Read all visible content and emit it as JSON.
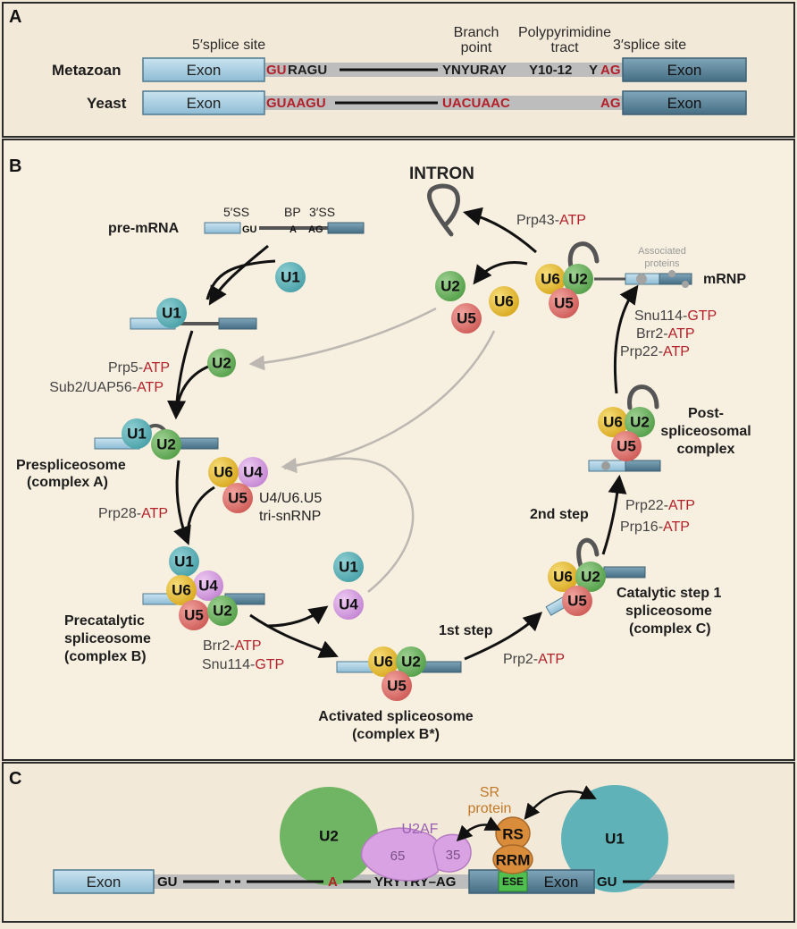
{
  "panels": {
    "a": "A",
    "b": "B",
    "c": "C"
  },
  "panel_a": {
    "headers": {
      "five_ss": "5′splice site",
      "branch_point": [
        "Branch",
        "point"
      ],
      "polypyrimidine": [
        "Polypyrimidine",
        "tract"
      ],
      "three_ss": "3′splice site"
    },
    "metazoan": {
      "label": "Metazoan",
      "exon": "Exon",
      "gu": "GU",
      "ragu": "RAGU",
      "bp": "YNYURAY",
      "ppt": "Y10-12",
      "y": "Y",
      "ag": "AG"
    },
    "yeast": {
      "label": "Yeast",
      "exon": "Exon",
      "ss5": "GUAAGU",
      "bp": "UACUAAC",
      "ag": "AG"
    }
  },
  "panel_b": {
    "intron": "INTRON",
    "premrna": {
      "label": "pre-mRNA",
      "ss5": "5′SS",
      "bp": "BP",
      "ss3": "3′SS",
      "gu": "GU",
      "a": "A",
      "ag": "AG"
    },
    "snrnps": {
      "u1": "U1",
      "u2": "U2",
      "u4": "U4",
      "u5": "U5",
      "u6": "U6"
    },
    "prp5": {
      "name": "Prp5-",
      "cof": "ATP"
    },
    "sub2": {
      "name": "Sub2/UAP56-",
      "cof": "ATP"
    },
    "presplice": [
      "Prespliceosome",
      "(complex A)"
    ],
    "prp28": {
      "name": "Prp28-",
      "cof": "ATP"
    },
    "trisnrnp": [
      "U4/U6.U5",
      "tri-snRNP"
    ],
    "precatalytic": [
      "Precatalytic",
      "spliceosome",
      "(complex B)"
    ],
    "brr2_a": {
      "name": "Brr2-",
      "cof": "ATP"
    },
    "snu114_a": {
      "name": "Snu114-",
      "cof": "GTP"
    },
    "activated": [
      "Activated spliceosome",
      "(complex B*)"
    ],
    "first_step": "1st step",
    "prp2": {
      "name": "Prp2-",
      "cof": "ATP"
    },
    "catalytic": [
      "Catalytic step 1",
      "spliceosome",
      "(complex C)"
    ],
    "second_step": "2nd step",
    "prp22_a": {
      "name": "Prp22-",
      "cof": "ATP"
    },
    "prp16": {
      "name": "Prp16-",
      "cof": "ATP"
    },
    "post": [
      "Post-",
      "spliceosomal",
      "complex"
    ],
    "snu114_b": {
      "name": "Snu114-",
      "cof": "GTP"
    },
    "brr2_b": {
      "name": "Brr2-",
      "cof": "ATP"
    },
    "prp22_b": {
      "name": "Prp22-",
      "cof": "ATP"
    },
    "mrnp": "mRNP",
    "assoc": [
      "Associated",
      "proteins"
    ],
    "prp43": {
      "name": "Prp43-",
      "cof": "ATP"
    }
  },
  "panel_c": {
    "u2": "U2",
    "u1": "U1",
    "u2af": "U2AF",
    "u2af65": "65",
    "u2af35": "35",
    "sr": [
      "SR",
      "protein"
    ],
    "rs": "RS",
    "rrm": "RRM",
    "exon_left": "Exon",
    "exon_right": "Exon",
    "ese": "ESE",
    "gu_left": "GU",
    "a": "A",
    "py": "YRYYRY–AG",
    "gu_right": "GU"
  },
  "colors": {
    "u1": "#5fb3b8",
    "u2": "#6fb563",
    "u4": "#d9a2e3",
    "u5": "#e07a76",
    "u6": "#e8c23c",
    "atp_red": "#b3202a",
    "exon": "#a9d0e4",
    "exon_dark": "#547f96",
    "sr": "#d98c3a",
    "ese": "#4fbf4f",
    "background": "#f3e9d8"
  }
}
